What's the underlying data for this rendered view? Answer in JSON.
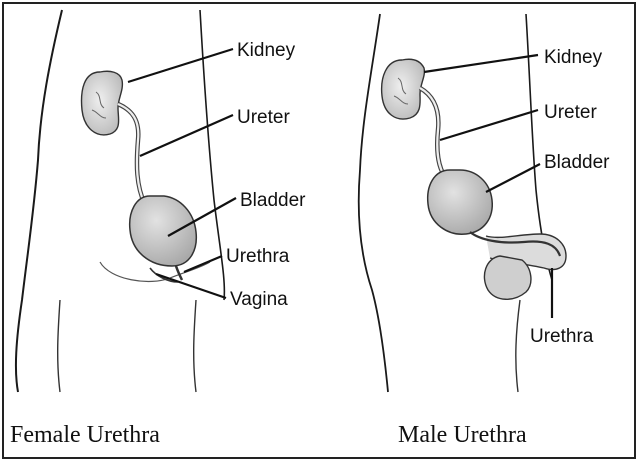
{
  "colors": {
    "organ_fill": "#c9c9c9",
    "organ_shade": "#a8a8a8",
    "line": "#111111",
    "body_outline": "#1a1a1a"
  },
  "female": {
    "labels": {
      "kidney": "Kidney",
      "ureter": "Ureter",
      "bladder": "Bladder",
      "urethra": "Urethra",
      "vagina": "Vagina"
    },
    "caption": "Female Urethra"
  },
  "male": {
    "labels": {
      "kidney": "Kidney",
      "ureter": "Ureter",
      "bladder": "Bladder",
      "urethra": "Urethra"
    },
    "caption": "Male Urethra"
  }
}
